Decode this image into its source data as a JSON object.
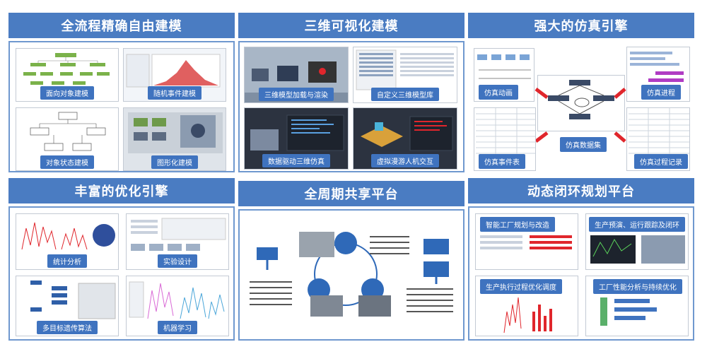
{
  "panels": [
    {
      "title": "全流程精确自由建模",
      "captions": [
        "面向对象建模",
        "随机事件建模",
        "对象状态建模",
        "图形化建模"
      ]
    },
    {
      "title": "三维可视化建模",
      "captions": [
        "三维模型加载与渲染",
        "自定义三维模型库",
        "数据驱动三维仿真",
        "虚拟漫游人机交互"
      ]
    },
    {
      "title": "强大的仿真引擎",
      "captions": [
        "仿真动画",
        "仿真进程",
        "仿真事件表",
        "仿真数据集",
        "仿真过程记录"
      ]
    },
    {
      "title": "丰富的优化引擎",
      "captions": [
        "统计分析",
        "实验设计",
        "多目标遗传算法",
        "机器学习"
      ]
    },
    {
      "title": "全周期共享平台",
      "captions": []
    },
    {
      "title": "动态闭环规划平台",
      "captions": [
        "智能工厂规划与改造",
        "生产预演、运行跟踪及闭环",
        "生产执行过程优化调度",
        "工厂性能分析与持续优化"
      ]
    }
  ],
  "colors": {
    "title_bg": "#4a7cc2",
    "border": "#6f98cf",
    "caption_bg": "#3f73bf",
    "accent_red": "#e0262c"
  }
}
